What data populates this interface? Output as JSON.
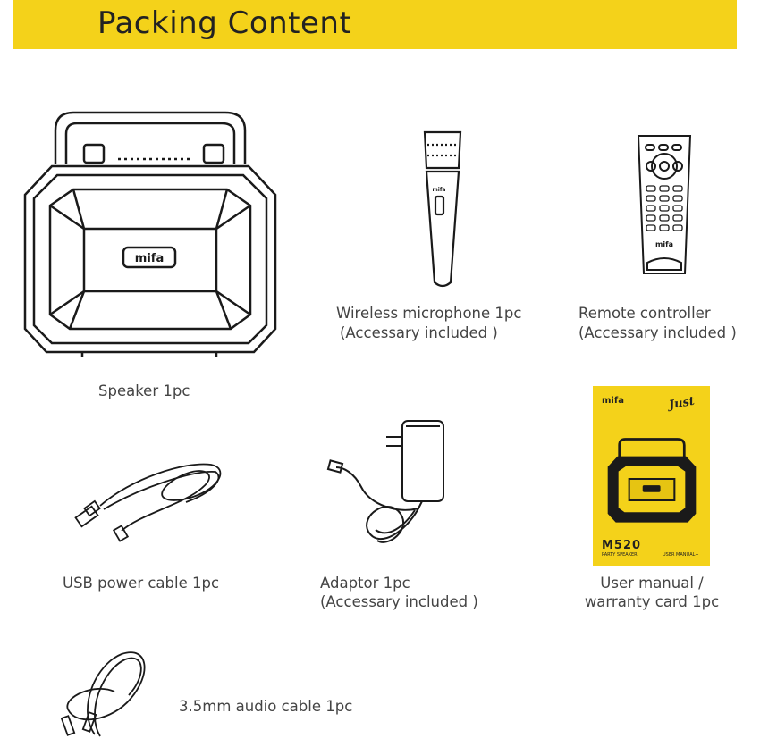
{
  "header": {
    "title": "Packing Content"
  },
  "items": {
    "speaker": {
      "caption": "Speaker 1pc",
      "brand": "mifa"
    },
    "microphone": {
      "line1": "Wireless microphone 1pc",
      "line2": "(Accessary included )"
    },
    "remote": {
      "line1": "Remote controller",
      "line2": "(Accessary included )",
      "brand": "mifa"
    },
    "usb_cable": {
      "caption": "USB power cable 1pc"
    },
    "adaptor": {
      "line1": "Adaptor 1pc",
      "line2": "(Accessary included )"
    },
    "manual": {
      "line1": "User manual /",
      "line2": "warranty card 1pc",
      "cover_brand": "mifa",
      "cover_just": "Just",
      "cover_model": "M520",
      "cover_subtitle": "PARTY SPEAKER",
      "cover_user_manual": "USER MANUAL+"
    },
    "audio_cable": {
      "caption": "3.5mm audio cable 1pc"
    }
  },
  "colors": {
    "banner": "#f4d21a",
    "line_art": "#1a1a1a"
  }
}
